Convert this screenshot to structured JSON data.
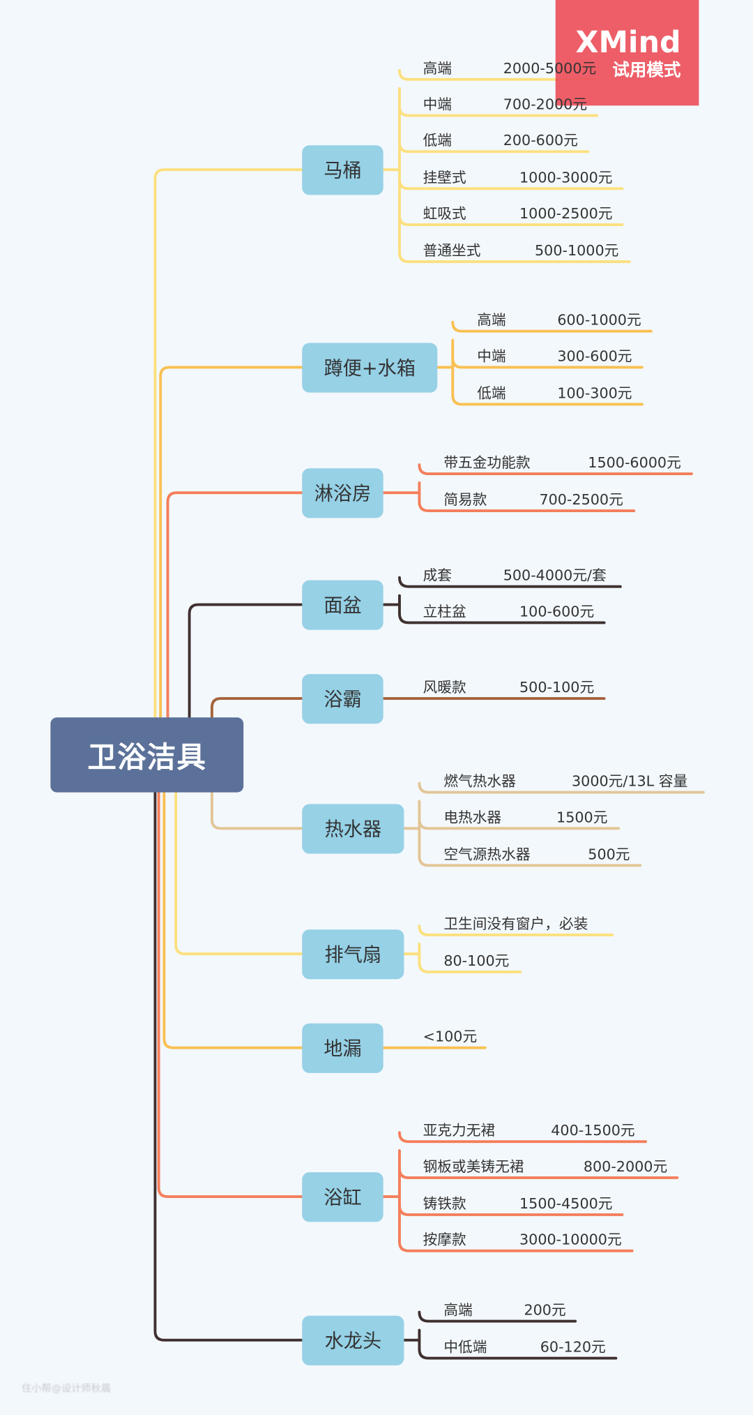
{
  "root": {
    "title": "卫浴洁具"
  },
  "badge": {
    "brand": "XMind",
    "mode": "试用模式"
  },
  "watermark": "住小帮@设计师秋晨",
  "colors": {
    "background": "#F3F8FC",
    "root": "#5B7199",
    "node": "#96D1E6",
    "badge": "#EC525C"
  },
  "branches": [
    {
      "title": "马桶",
      "color": "#FCE07E",
      "leaves": [
        {
          "label": "高端",
          "value": "2000-5000元"
        },
        {
          "label": "中端",
          "value": "700-2000元"
        },
        {
          "label": "低端",
          "value": "200-600元"
        },
        {
          "label": "挂壁式",
          "value": "1000-3000元"
        },
        {
          "label": "虹吸式",
          "value": "1000-2500元"
        },
        {
          "label": "普通坐式",
          "value": "500-1000元"
        }
      ]
    },
    {
      "title": "蹲便+水箱",
      "color": "#F9C052",
      "leaves": [
        {
          "label": "高端",
          "value": "600-1000元"
        },
        {
          "label": "中端",
          "value": "300-600元"
        },
        {
          "label": "低端",
          "value": "100-300元"
        }
      ]
    },
    {
      "title": "淋浴房",
      "color": "#F47E5B",
      "leaves": [
        {
          "label": "带五金功能款",
          "value": "1500-6000元"
        },
        {
          "label": "简易款",
          "value": "700-2500元"
        }
      ]
    },
    {
      "title": "面盆",
      "color": "#3F3030",
      "leaves": [
        {
          "label": "成套",
          "value": "500-4000元/套"
        },
        {
          "label": "立柱盆",
          "value": "100-600元"
        }
      ]
    },
    {
      "title": "浴霸",
      "color": "#A5633C",
      "leaves": [
        {
          "label": "风暖款",
          "value": "500-100元"
        }
      ]
    },
    {
      "title": "热水器",
      "color": "#E2C596",
      "leaves": [
        {
          "label": "燃气热水器",
          "value": "3000元/13L 容量"
        },
        {
          "label": "电热水器",
          "value": "1500元"
        },
        {
          "label": "空气源热水器",
          "value": "500元"
        }
      ]
    },
    {
      "title": "排气扇",
      "color": "#FCE07E",
      "leaves": [
        {
          "label": "卫生间没有窗户，必装",
          "value": ""
        },
        {
          "label": "80-100元",
          "value": ""
        }
      ]
    },
    {
      "title": "地漏",
      "color": "#F9C052",
      "leaves": [
        {
          "label": "<100元",
          "value": ""
        }
      ]
    },
    {
      "title": "浴缸",
      "color": "#F47E5B",
      "leaves": [
        {
          "label": "亚克力无裙",
          "value": "400-1500元"
        },
        {
          "label": "钢板或美铸无裙",
          "value": "800-2000元"
        },
        {
          "label": "铸铁款",
          "value": "1500-4500元"
        },
        {
          "label": "按摩款",
          "value": "3000-10000元"
        }
      ]
    },
    {
      "title": "水龙头",
      "color": "#3F3030",
      "leaves": [
        {
          "label": "高端",
          "value": "200元"
        },
        {
          "label": "中低端",
          "value": "60-120元"
        }
      ]
    }
  ]
}
